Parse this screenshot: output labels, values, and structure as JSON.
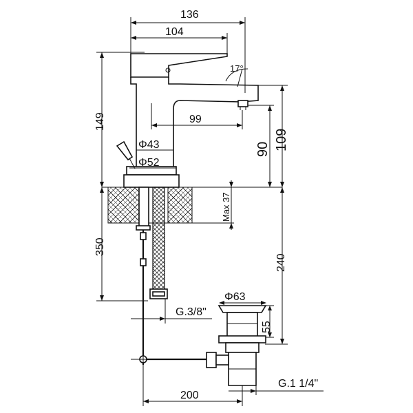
{
  "dimensions": {
    "overall_width": "136",
    "spout_width": "104",
    "total_height": "149",
    "spout_angle": "17°",
    "spout_reach": "99",
    "spout_outlet_height": "90",
    "height_above_deck": "109",
    "body_diameter": "Φ43",
    "base_diameter": "Φ52",
    "max_deck_thickness": "Max 37",
    "hose_length": "350",
    "waste_rod_length": "240",
    "hose_connection": "G.3/8\"",
    "waste_diameter": "Φ63",
    "waste_height": "55",
    "waste_thread": "G.1 1/4\"",
    "rod_horizontal": "200"
  }
}
